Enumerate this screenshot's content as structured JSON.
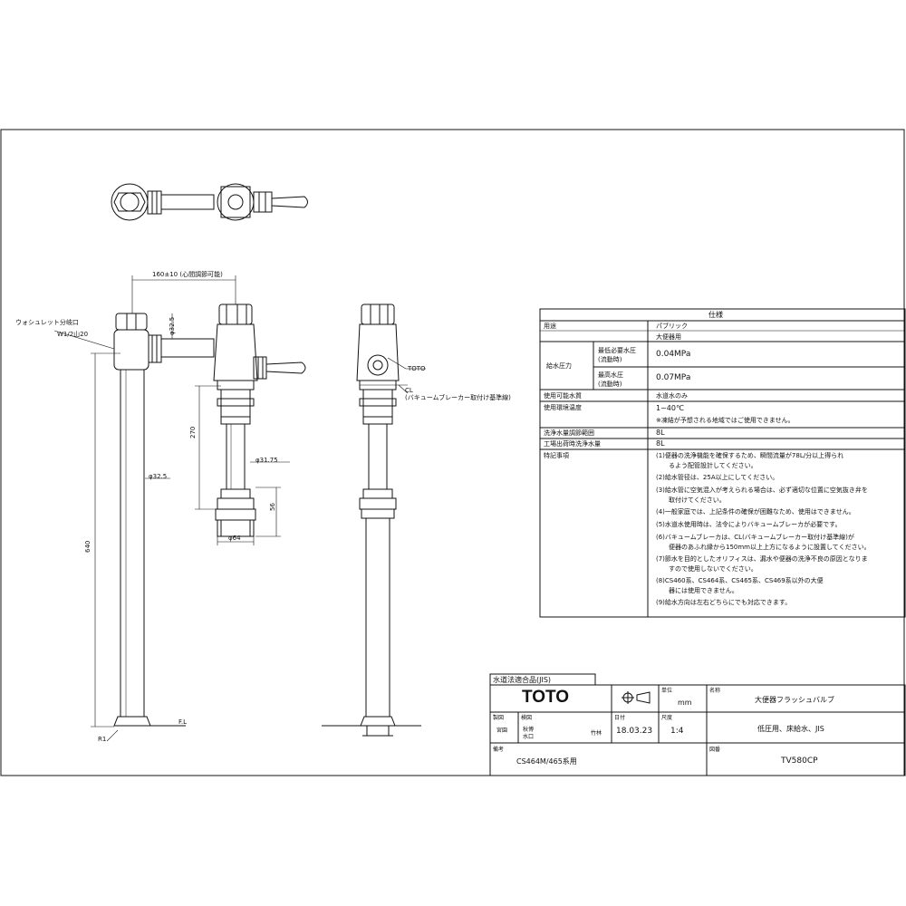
{
  "dims": {
    "d_center_distance": "160±10 (心間調節可能)",
    "d_pipe_top": "φ32.5",
    "d_pipe_vertical": "φ32.5",
    "d_height_270": "270",
    "d_small_pipe": "φ31.75",
    "d_height_56": "56",
    "d_base": "φ64",
    "d_length_640": "640",
    "washlet_port": "ウォシュレット分岐口",
    "washlet_thread": "W1/2山20",
    "fl": "F.L",
    "r1": "R1",
    "toto_label": "TOTO",
    "cl_label": "CL",
    "cl_note": "(バキュームブレーカー取付け基準線)"
  },
  "spec": {
    "title": "仕様",
    "usage_label": "用途",
    "usage_1": "パブリック",
    "usage_2": "大便器用",
    "pressure_label": "給水圧力",
    "min_label": "最低必要水圧",
    "min_sub": "(流動時)",
    "min_value": "0.04MPa",
    "max_label": "最高水圧",
    "max_sub": "(流動時)",
    "max_value": "0.07MPa",
    "water_label": "使用可能水質",
    "water_value": "水道水のみ",
    "temp_label": "使用環境温度",
    "temp_value": "1~40℃",
    "temp_note": "※凍結が予想される地域ではご使用できません。",
    "flush_label": "洗浄水量調節範囲",
    "flush_value": "8L",
    "factory_label": "工場出荷時洗浄水量",
    "factory_value": "8L",
    "notes_label": "特記事項",
    "notes": [
      "(1)便器の洗浄機能を確保するため、瞬間流量が78L/分以上得られ",
      "　　るよう配管設計してください。",
      "(2)給水管径は、25A以上にしてください。",
      "(3)給水管に空気混入が考えられる場合は、必ず適切な位置に空気抜き弁を",
      "　　取付けてください。",
      "(4)一般家庭では、上記条件の確保が困難なため、使用はできません。",
      "(5)水道水使用時は、法令によりバキュームブレーカが必要です。",
      "(6)バキュームブレーカは、CL(バキュームブレーカー取付け基準線)が",
      "　　便器のあふれ縁から150mm以上上方になるように設置してください。",
      "(7)節水を目的としたオリフィスは、漏水や便器の洗浄不良の原因となりま",
      "　　すので使用しないでください。",
      "(8)CS460系、CS464系、CS465系、CS469系以外の大便",
      "　　器には使用できません。",
      "(9)給水方向は左右どちらにでも対応できます。"
    ]
  },
  "title_block": {
    "jis": "水道法適合品(JIS)",
    "brand": "TOTO",
    "unit_label": "単位",
    "unit_value": "mm",
    "name_label": "名称",
    "name_value": "大便器フラッシュバルブ",
    "made_label": "製図",
    "check_label": "検図",
    "made_1": "宮園",
    "check_1": "秋博",
    "check_2": "水口",
    "check_3": "竹林",
    "date_label": "日付",
    "date_value": "18.03.23",
    "scale_label": "尺度",
    "scale_value": "1:4",
    "desc_value": "低圧用、床給水、JIS",
    "remark_label": "備考",
    "remark_value": "CS464M/465系用",
    "drawing_label": "図番",
    "drawing_value": "TV580CP"
  }
}
